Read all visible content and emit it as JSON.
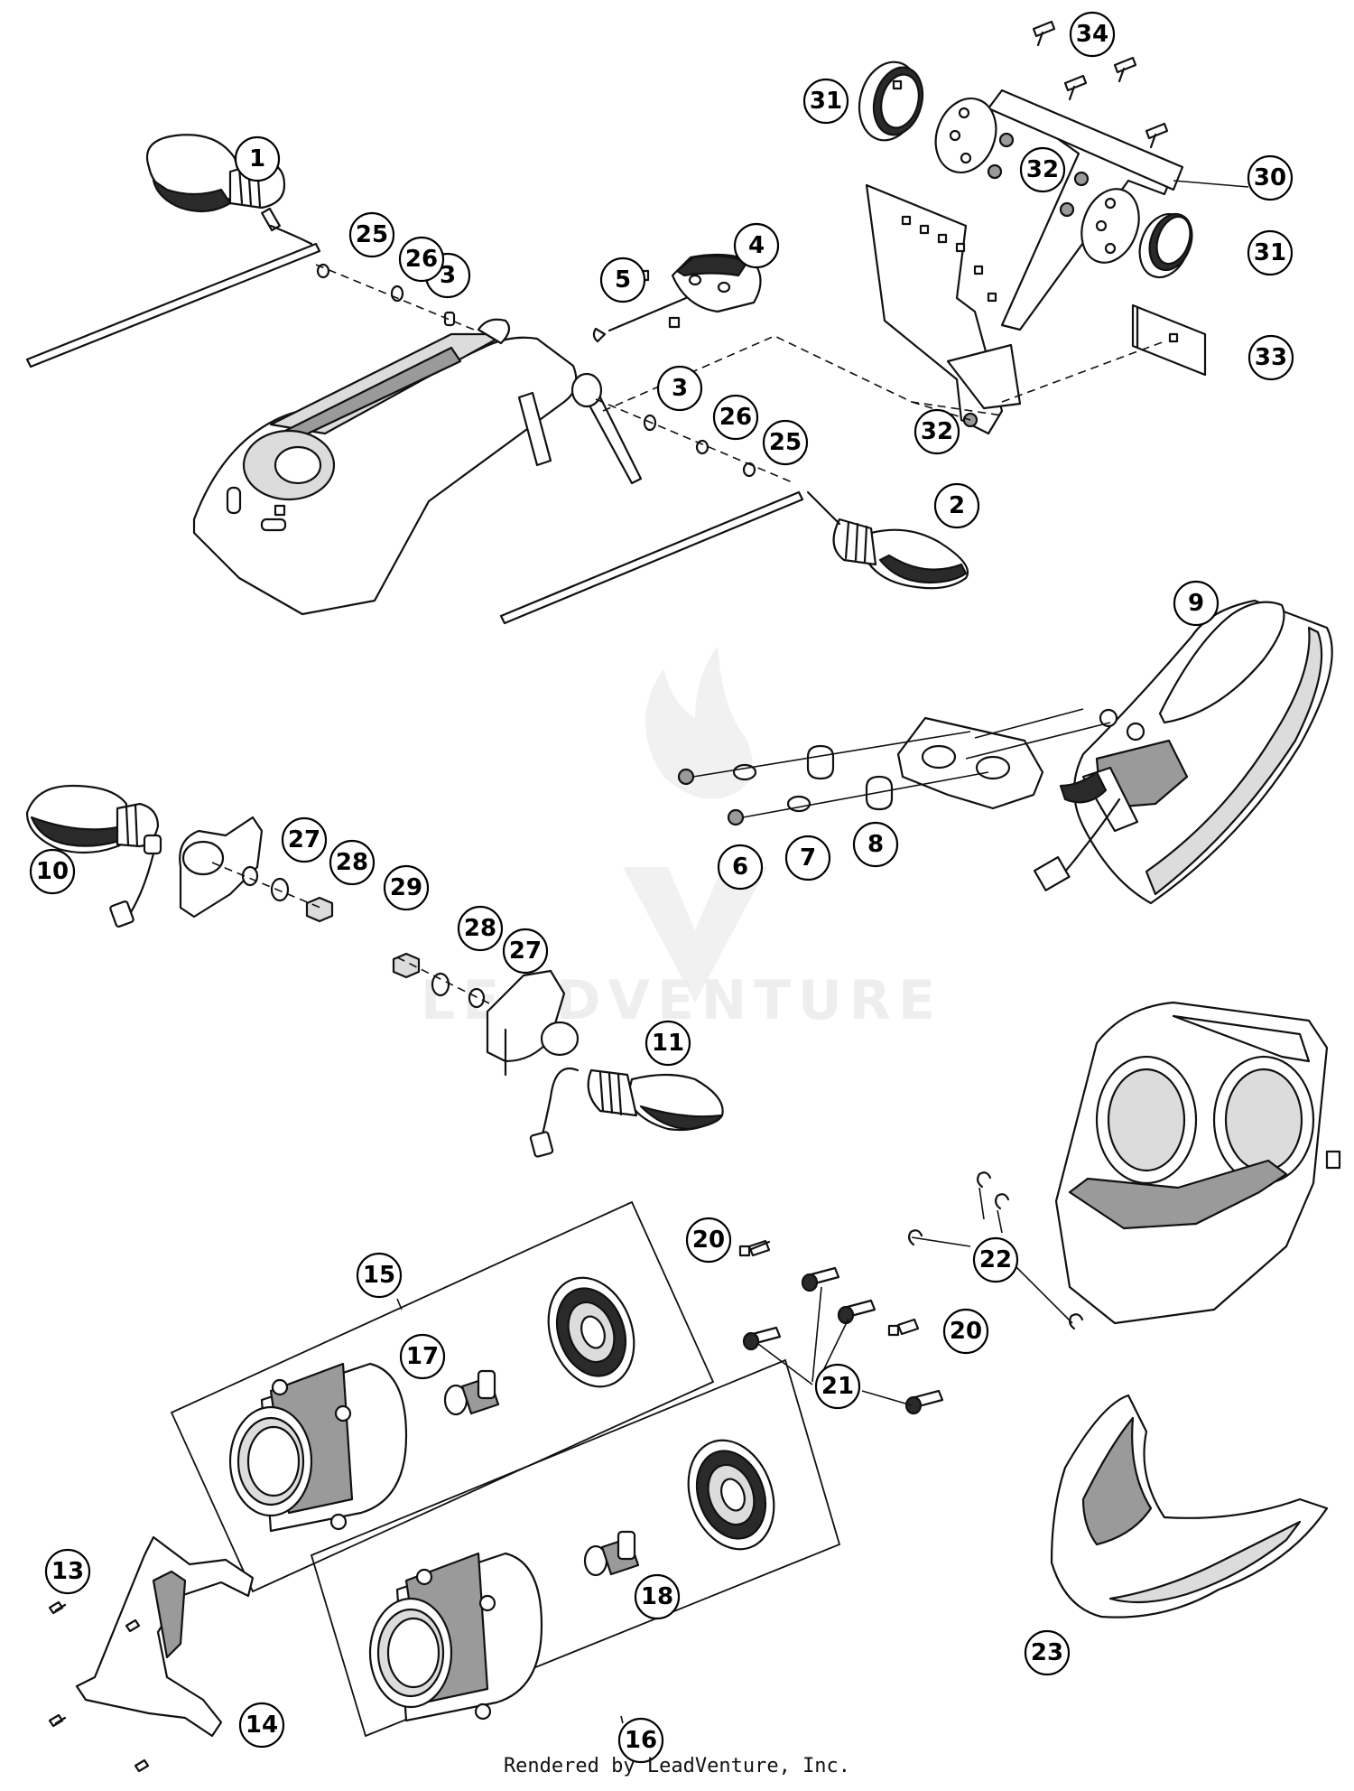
{
  "watermark": {
    "text": "LEADVENTURE"
  },
  "footer": {
    "text": "Rendered by LeadVenture, Inc."
  },
  "callouts": {
    "c1": "1",
    "c2": "2",
    "c3a": "3",
    "c3b": "3",
    "c4": "4",
    "c5": "5",
    "c6": "6",
    "c7": "7",
    "c8": "8",
    "c9": "9",
    "c10": "10",
    "c11": "11",
    "c13": "13",
    "c14": "14",
    "c15": "15",
    "c16": "16",
    "c17": "17",
    "c18": "18",
    "c20a": "20",
    "c20b": "20",
    "c21": "21",
    "c22": "22",
    "c23": "23",
    "c25a": "25",
    "c25b": "25",
    "c26a": "26",
    "c26b": "26",
    "c27a": "27",
    "c27b": "27",
    "c28a": "28",
    "c28b": "28",
    "c29": "29",
    "c30": "30",
    "c31a": "31",
    "c31b": "31",
    "c32a": "32",
    "c32b": "32",
    "c33": "33",
    "c34": "34"
  }
}
